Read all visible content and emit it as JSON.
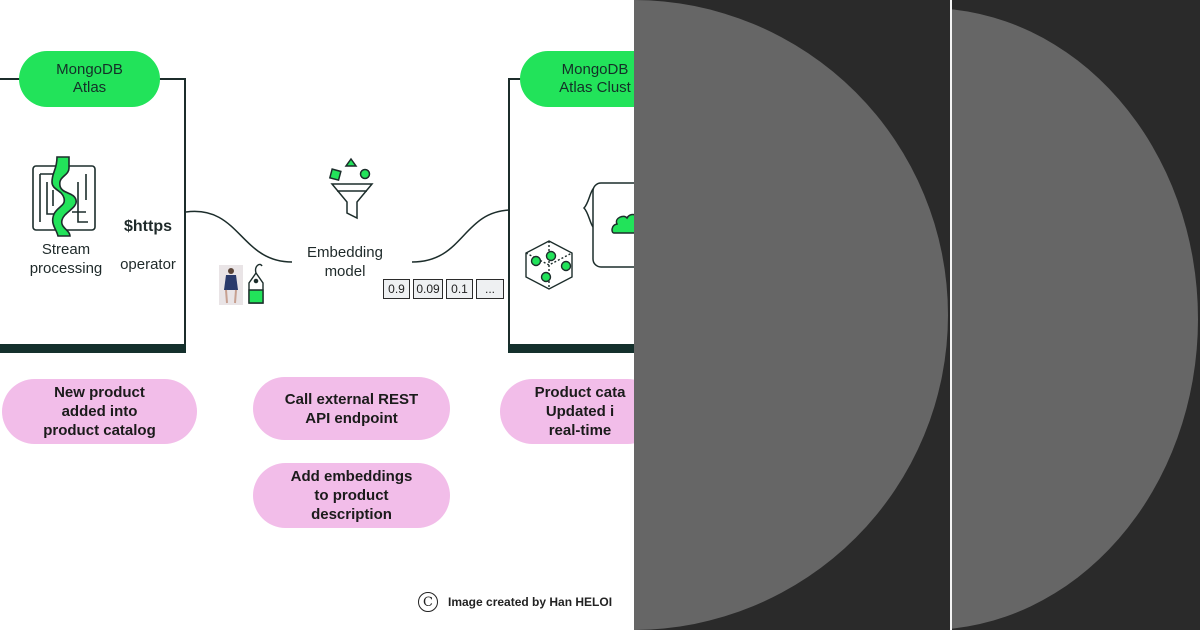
{
  "left_panel": {
    "title": "MongoDB\nAtlas",
    "stream_label": "Stream\nprocessing",
    "https_bold": "$https",
    "https_text": "operator"
  },
  "middle": {
    "embedding_label": "Embedding\nmodel",
    "vector_values": [
      "0.9",
      "0.09",
      "0.1",
      "..."
    ]
  },
  "right_panel": {
    "title": "MongoDB\nAtlas Clust"
  },
  "steps": [
    "New product\nadded into\nproduct catalog",
    "Call external REST\nAPI endpoint",
    "Add embeddings\nto product\ndescription",
    "Product cata\nUpdated i\nreal-time"
  ],
  "credit": {
    "symbol": "C",
    "text": "Image created by Han HELOI"
  },
  "colors": {
    "green": "#22e35a",
    "pink": "#f2bde9",
    "dark_green": "#14302c",
    "dark_bg": "#2a2a2a",
    "gray": "#666666"
  },
  "icons": [
    "maze-stream-icon",
    "funnel-icon",
    "model-photo-icon",
    "price-tag-icon",
    "vector-cube-icon",
    "document-cloud-icon"
  ]
}
